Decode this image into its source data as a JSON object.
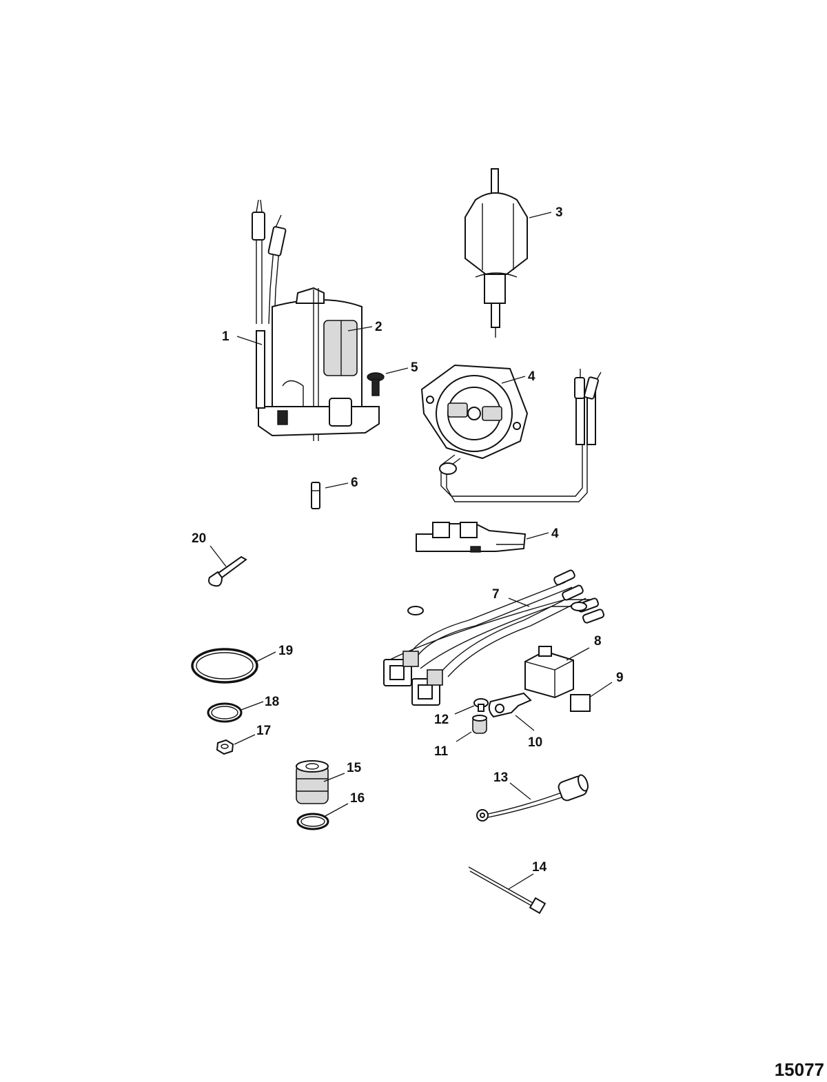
{
  "figure_number": "15077",
  "callouts": {
    "c1": "1",
    "c2": "2",
    "c3": "3",
    "c4a": "4",
    "c4b": "4",
    "c5": "5",
    "c6": "6",
    "c7": "7",
    "c8": "8",
    "c9": "9",
    "c10": "10",
    "c11": "11",
    "c12": "12",
    "c13": "13",
    "c14": "14",
    "c15": "15",
    "c16": "16",
    "c17": "17",
    "c18": "18",
    "c19": "19",
    "c20": "20"
  }
}
